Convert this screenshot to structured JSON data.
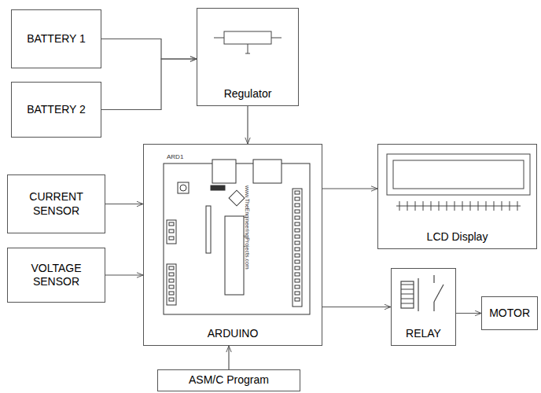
{
  "diagram": {
    "nodes": [
      {
        "text": [
          "BATTERY 1"
        ]
      },
      {
        "text": [
          "BATTERY 2"
        ]
      },
      {
        "text": [
          "Regulator"
        ]
      },
      {
        "text": [
          "CURRENT SENSOR"
        ]
      },
      {
        "text": [
          "VOLTAGE SENSOR"
        ]
      },
      {
        "text": [
          "ARDUINO"
        ]
      },
      {
        "text": [
          "LCD Display"
        ]
      },
      {
        "text": [
          "RELAY"
        ]
      },
      {
        "text": [
          "MOTOR"
        ]
      },
      {
        "text": [
          "ASM/C Program"
        ]
      }
    ],
    "edges": [
      {
        "from": 0,
        "to": 2,
        "arrow": "to"
      },
      {
        "from": 1,
        "to": 2,
        "arrow": "to"
      },
      {
        "from": 2,
        "to": 5,
        "arrow": "to"
      },
      {
        "from": 3,
        "to": 5,
        "arrow": "to"
      },
      {
        "from": 4,
        "to": 5,
        "arrow": "to"
      },
      {
        "from": 5,
        "to": 6,
        "arrow": "to"
      },
      {
        "from": 5,
        "to": 7,
        "arrow": "to"
      },
      {
        "from": 7,
        "to": 8,
        "arrow": "to"
      },
      {
        "from": 9,
        "to": 5,
        "arrow": "to"
      }
    ],
    "labels": [
      "ARD1",
      "www.TheEngineeringProjects.com"
    ]
  }
}
